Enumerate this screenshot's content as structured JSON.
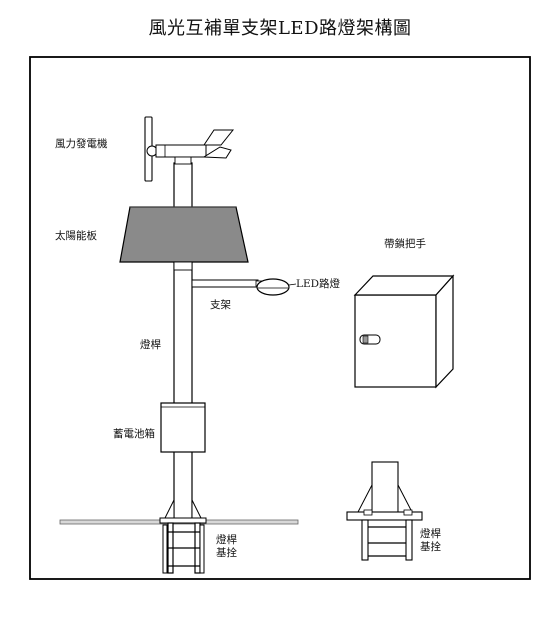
{
  "title": "風光互補單支架LED路燈架構圖",
  "labels": {
    "wind_turbine": "風力發電機",
    "solar_panel": "太陽能板",
    "led_lamp": "LED路燈",
    "bracket": "支架",
    "pole": "燈桿",
    "battery_box": "蓄電池箱",
    "pole_base_line1": "燈桿",
    "pole_base_line2": "基拴",
    "lock_handle": "帶鎖把手",
    "detail_base_line1": "燈桿",
    "detail_base_line2": "基拴"
  }
}
